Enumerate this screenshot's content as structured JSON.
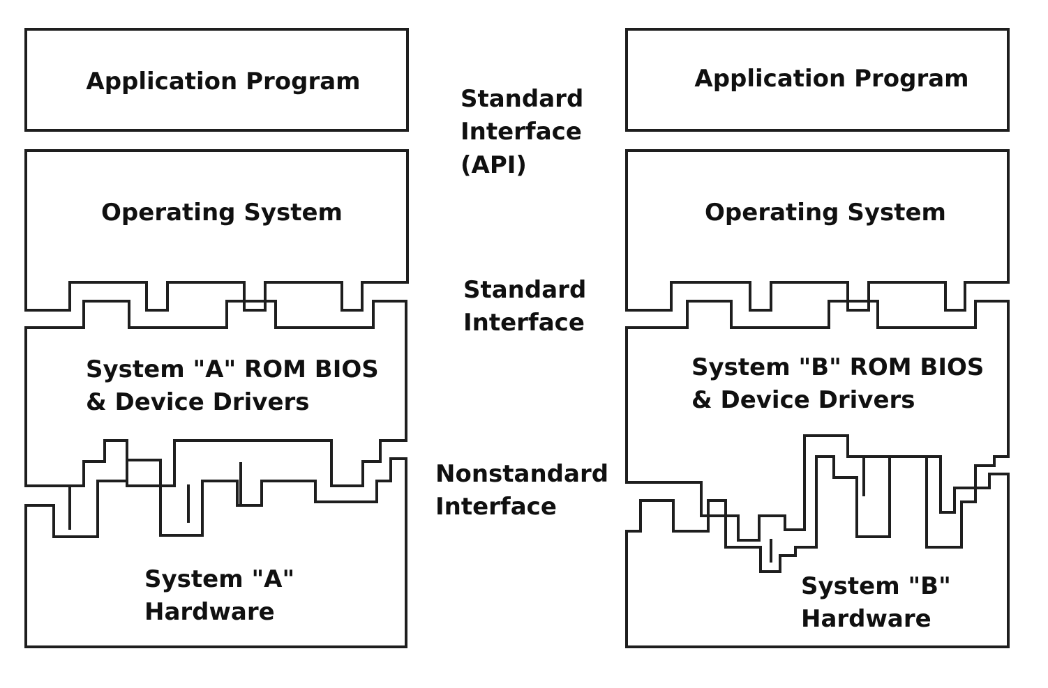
{
  "left_stack": {
    "application": "Application Program",
    "os": "Operating System",
    "bios": [
      "System \"A\" ROM BIOS",
      "& Device Drivers"
    ],
    "hardware": [
      "System \"A\"",
      "Hardware"
    ]
  },
  "right_stack": {
    "application": "Application Program",
    "os": "Operating System",
    "bios": [
      "System \"B\" ROM BIOS",
      "& Device Drivers"
    ],
    "hardware": [
      "System \"B\"",
      "Hardware"
    ]
  },
  "interfaces": {
    "api": [
      "Standard",
      "Interface",
      "(API)"
    ],
    "standard": [
      "Standard",
      "Interface"
    ],
    "nonstandard": [
      "Nonstandard",
      "Interface"
    ]
  },
  "colors": {
    "stroke": "#1e1e1e",
    "text": "#101010",
    "background": "#ffffff"
  }
}
